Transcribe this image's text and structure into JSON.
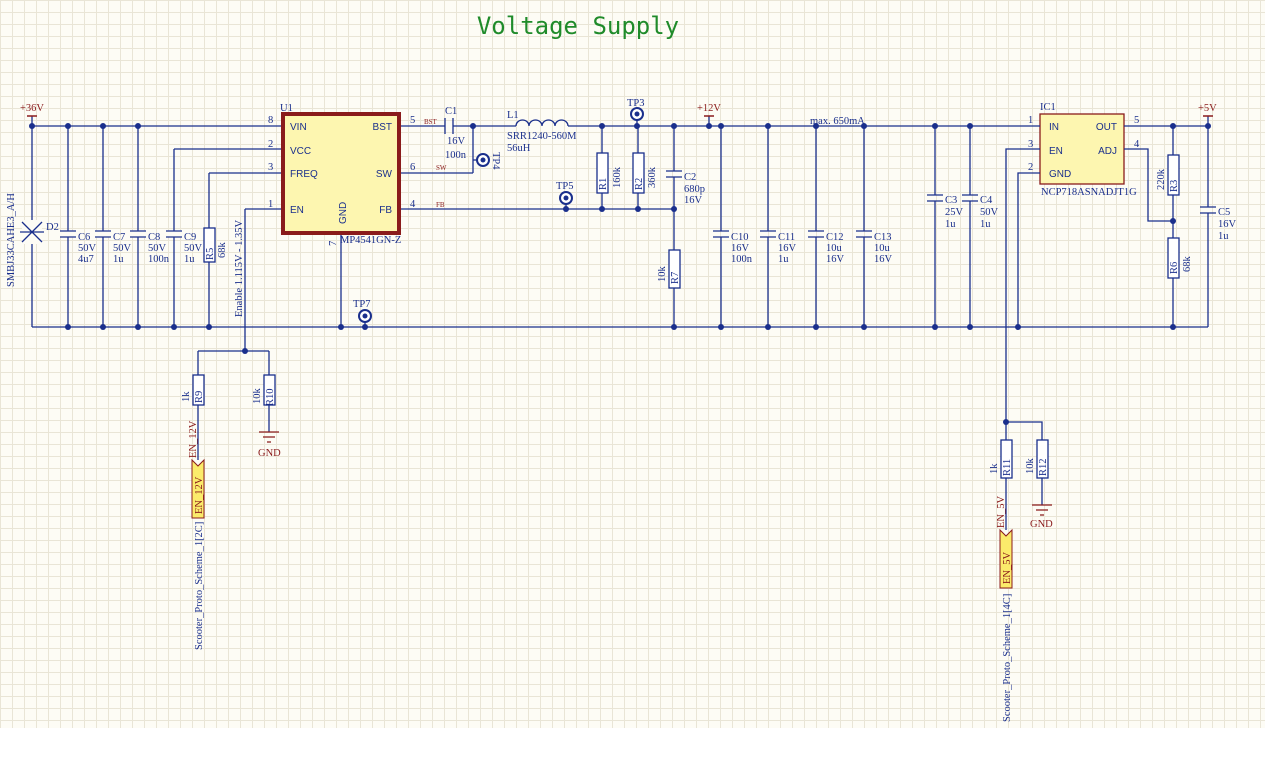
{
  "title": "Voltage Supply",
  "power": {
    "v36": "+36V",
    "v12": "+12V",
    "v5": "+5V"
  },
  "u1": {
    "ref": "U1",
    "part": "MP4541GN-Z",
    "vin": "VIN",
    "vcc": "VCC",
    "freq": "FREQ",
    "en": "EN",
    "gnd": "GND",
    "bst": "BST",
    "sw": "SW",
    "fb": "FB",
    "p1": "1",
    "p2": "2",
    "p3": "3",
    "p4": "4",
    "p5": "5",
    "p6": "6",
    "p7": "7",
    "p8": "8"
  },
  "ic1": {
    "ref": "IC1",
    "part": "NCP718ASNADJT1G",
    "in": "IN",
    "en": "EN",
    "gnd": "GND",
    "out": "OUT",
    "adj": "ADJ",
    "p1": "1",
    "p2": "2",
    "p3": "3",
    "p4": "4",
    "p5": "5"
  },
  "nets": {
    "bst": "BST",
    "sw": "SW",
    "fb": "FB",
    "en_range": "Enable 1.115V - 1.35V",
    "max": "max. 650mA"
  },
  "d2": {
    "ref": "D2",
    "part": "SMBJ33CAHE3_A/H"
  },
  "caps": {
    "c1": {
      "ref": "C1",
      "v": "16V",
      "val": "100n"
    },
    "c2": {
      "ref": "C2",
      "val": "680p",
      "v": "16V"
    },
    "c3": {
      "ref": "C3",
      "v": "25V",
      "val": "1u"
    },
    "c4": {
      "ref": "C4",
      "v": "50V",
      "val": "1u"
    },
    "c5": {
      "ref": "C5",
      "v": "16V",
      "val": "1u"
    },
    "c6": {
      "ref": "C6",
      "v": "50V",
      "val": "4u7"
    },
    "c7": {
      "ref": "C7",
      "v": "50V",
      "val": "1u"
    },
    "c8": {
      "ref": "C8",
      "v": "50V",
      "val": "100n"
    },
    "c9": {
      "ref": "C9",
      "v": "50V",
      "val": "1u"
    },
    "c10": {
      "ref": "C10",
      "v": "16V",
      "val": "100n"
    },
    "c11": {
      "ref": "C11",
      "v": "16V",
      "val": "1u"
    },
    "c12": {
      "ref": "C12",
      "val": "10u",
      "v": "16V"
    },
    "c13": {
      "ref": "C13",
      "val": "10u",
      "v": "16V"
    }
  },
  "res": {
    "r1": {
      "ref": "R1",
      "val": "160k"
    },
    "r2": {
      "ref": "R2",
      "val": "360k"
    },
    "r3": {
      "ref": "R3",
      "val": "220k"
    },
    "r5": {
      "ref": "R5",
      "val": "68k"
    },
    "r6": {
      "ref": "R6",
      "val": "68k"
    },
    "r7": {
      "ref": "R7",
      "val": "10k"
    },
    "r9": {
      "ref": "R9",
      "val": "1k"
    },
    "r10": {
      "ref": "R10",
      "val": "10k"
    },
    "r11": {
      "ref": "R11",
      "val": "1k"
    },
    "r12": {
      "ref": "R12",
      "val": "10k"
    }
  },
  "l1": {
    "ref": "L1",
    "part": "SRR1240-560M",
    "val": "56uH"
  },
  "tps": {
    "tp3": "TP3",
    "tp4": "TP4",
    "tp5": "TP5",
    "tp7": "TP7"
  },
  "gnd": {
    "g1": "GND",
    "g2": "GND"
  },
  "ports": {
    "en12_net": "EN_12V",
    "en12_port": "EN_12V",
    "en12_sheet": "Scooter_Proto_Scheme_1[2C]",
    "en5_net": "EN_5V",
    "en5_port": "EN_5V",
    "en5_sheet": "Scooter_Proto_Scheme_1[4C]"
  },
  "colors": {
    "wire": "#1a2f8c",
    "ic_border": "#8a1b1b",
    "ic_fill": "#fdf6b0",
    "title": "#1f8b2a",
    "grid_bg": "#fdfcf5"
  }
}
